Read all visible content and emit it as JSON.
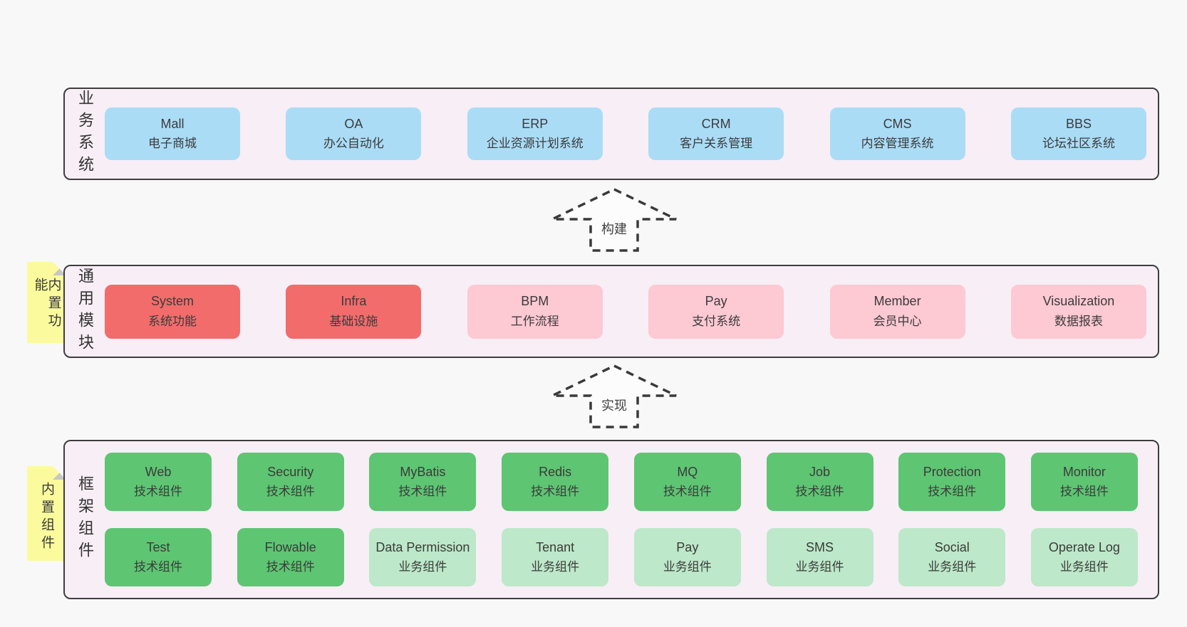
{
  "colors": {
    "page_bg": "#f8f8f8",
    "band_bg": "#f8eef6",
    "band_border": "#3d3d3d",
    "business_box": "#abdcf6",
    "core_module_box": "#f26c6c",
    "optional_module_box": "#fdc9d3",
    "tech_component_box": "#5ec573",
    "biz_component_box": "#bde8c9",
    "sticky_note": "#fbfb9d",
    "sticky_fold": "#c6c6c6",
    "text": "#3b3b3b"
  },
  "arrows": [
    {
      "label": "构建"
    },
    {
      "label": "实现"
    }
  ],
  "bands": [
    {
      "label": "业务系统",
      "boxes": [
        {
          "en": "Mall",
          "zh": "电子商城",
          "type": "business"
        },
        {
          "en": "OA",
          "zh": "办公自动化",
          "type": "business"
        },
        {
          "en": "ERP",
          "zh": "企业资源计划系统",
          "type": "business"
        },
        {
          "en": "CRM",
          "zh": "客户关系管理",
          "type": "business"
        },
        {
          "en": "CMS",
          "zh": "内容管理系统",
          "type": "business"
        },
        {
          "en": "BBS",
          "zh": "论坛社区系统",
          "type": "business"
        }
      ]
    },
    {
      "label": "通用模块",
      "sticky": "内置功能",
      "boxes": [
        {
          "en": "System",
          "zh": "系统功能",
          "type": "core"
        },
        {
          "en": "Infra",
          "zh": "基础设施",
          "type": "core"
        },
        {
          "en": "BPM",
          "zh": "工作流程",
          "type": "optional"
        },
        {
          "en": "Pay",
          "zh": "支付系统",
          "type": "optional"
        },
        {
          "en": "Member",
          "zh": "会员中心",
          "type": "optional"
        },
        {
          "en": "Visualization",
          "zh": "数据报表",
          "type": "optional"
        }
      ]
    },
    {
      "label": "框架组件",
      "sticky": "内置组件",
      "rows": [
        [
          {
            "en": "Web",
            "zh": "技术组件",
            "type": "tech"
          },
          {
            "en": "Security",
            "zh": "技术组件",
            "type": "tech"
          },
          {
            "en": "MyBatis",
            "zh": "技术组件",
            "type": "tech"
          },
          {
            "en": "Redis",
            "zh": "技术组件",
            "type": "tech"
          },
          {
            "en": "MQ",
            "zh": "技术组件",
            "type": "tech"
          },
          {
            "en": "Job",
            "zh": "技术组件",
            "type": "tech"
          },
          {
            "en": "Protection",
            "zh": "技术组件",
            "type": "tech"
          },
          {
            "en": "Monitor",
            "zh": "技术组件",
            "type": "tech"
          }
        ],
        [
          {
            "en": "Test",
            "zh": "技术组件",
            "type": "tech"
          },
          {
            "en": "Flowable",
            "zh": "技术组件",
            "type": "tech"
          },
          {
            "en": "Data Permission",
            "zh": "业务组件",
            "type": "biz"
          },
          {
            "en": "Tenant",
            "zh": "业务组件",
            "type": "biz"
          },
          {
            "en": "Pay",
            "zh": "业务组件",
            "type": "biz"
          },
          {
            "en": "SMS",
            "zh": "业务组件",
            "type": "biz"
          },
          {
            "en": "Social",
            "zh": "业务组件",
            "type": "biz"
          },
          {
            "en": "Operate Log",
            "zh": "业务组件",
            "type": "biz"
          }
        ]
      ]
    }
  ]
}
